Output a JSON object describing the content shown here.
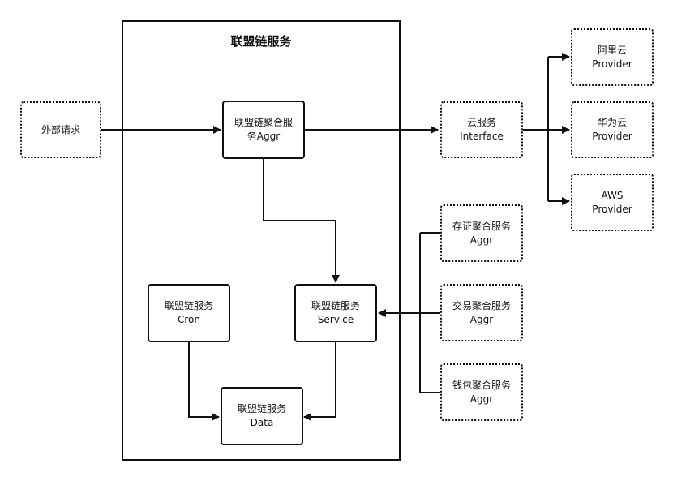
{
  "title": "联盟链服务",
  "nodes": {
    "external": {
      "line1": "外部请求"
    },
    "aggr": {
      "line1": "联盟链聚合服",
      "line2": "务Aggr"
    },
    "cloud": {
      "line1": "云服务",
      "line2": "Interface"
    },
    "aliyun": {
      "line1": "阿里云",
      "line2": "Provider"
    },
    "huawei": {
      "line1": "华为云",
      "line2": "Provider"
    },
    "aws": {
      "line1": "AWS",
      "line2": "Provider"
    },
    "cron": {
      "line1": "联盟链服务",
      "line2": "Cron"
    },
    "service": {
      "line1": "联盟链服务",
      "line2": "Service"
    },
    "data": {
      "line1": "联盟链服务",
      "line2": "Data"
    },
    "cert": {
      "line1": "存证聚合服务",
      "line2": "Aggr"
    },
    "trade": {
      "line1": "交易聚合服务",
      "line2": "Aggr"
    },
    "wallet": {
      "line1": "钱包聚合服务",
      "line2": "Aggr"
    }
  }
}
